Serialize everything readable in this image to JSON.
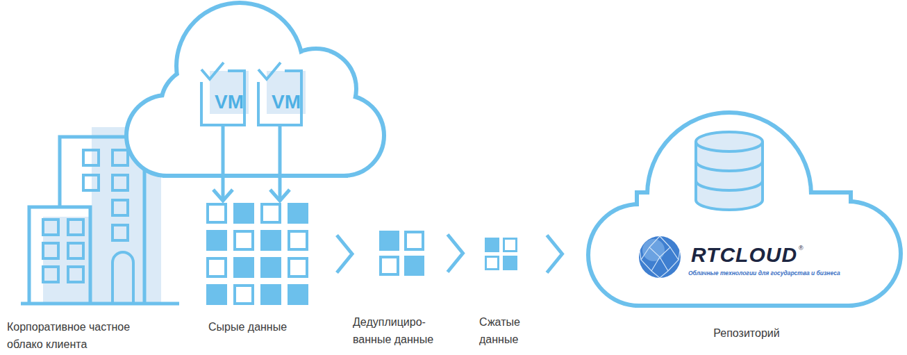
{
  "diagram": {
    "nodes": [
      {
        "text": [
          "VM"
        ]
      },
      {
        "text": [
          "VM"
        ]
      },
      {
        "text": [
          "Сырые данные"
        ]
      },
      {
        "text": [
          "Дедуплициро- ванные данные"
        ]
      },
      {
        "text": [
          "Сжатые данные"
        ]
      },
      {
        "text": [
          "RTCLOUD",
          "®",
          "Облачные технологии для государства и бизнеса",
          "Репозиторий"
        ]
      }
    ],
    "edges": [
      {
        "from": 0,
        "to": 2,
        "arrow": "to"
      },
      {
        "from": 1,
        "to": 2,
        "arrow": "to"
      },
      {
        "from": 2,
        "to": 3,
        "arrow": "to"
      },
      {
        "from": 3,
        "to": 4,
        "arrow": "to"
      },
      {
        "from": 4,
        "to": 5,
        "arrow": "to"
      }
    ],
    "labels": [
      "Корпоративное частное облако клиента"
    ]
  }
}
